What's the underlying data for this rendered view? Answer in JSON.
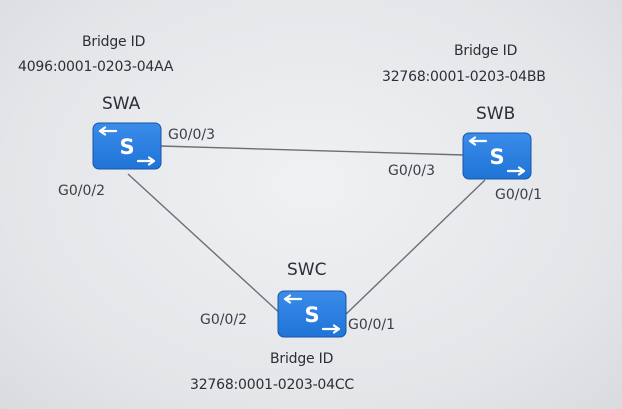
{
  "switches": {
    "swa": {
      "name": "SWA",
      "bridge_id_label": "Bridge ID",
      "bridge_id": "4096:0001-0203-04AA"
    },
    "swb": {
      "name": "SWB",
      "bridge_id_label": "Bridge ID",
      "bridge_id": "32768:0001-0203-04BB"
    },
    "swc": {
      "name": "SWC",
      "bridge_id_label": "Bridge ID",
      "bridge_id": "32768:0001-0203-04CC"
    }
  },
  "ports": {
    "swa_to_swb": "G0/0/3",
    "swa_to_swc": "G0/0/2",
    "swb_to_swa": "G0/0/3",
    "swb_to_swc": "G0/0/1",
    "swc_to_swa": "G0/0/2",
    "swc_to_swb": "G0/0/1"
  },
  "links": [
    {
      "from": "SWA",
      "to": "SWB"
    },
    {
      "from": "SWA",
      "to": "SWC"
    },
    {
      "from": "SWB",
      "to": "SWC"
    }
  ],
  "icon": {
    "type": "switch-icon",
    "glyph": "S",
    "color": "#1f74d6"
  },
  "colors": {
    "link": "#6b6f76",
    "text": "#2b2f36"
  }
}
